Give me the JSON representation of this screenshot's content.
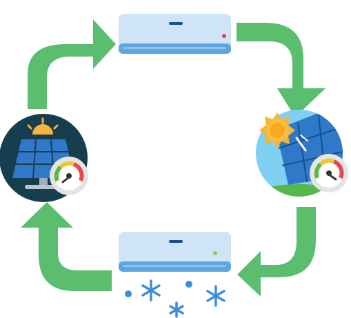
{
  "colors": {
    "arrow": "#5BBE6F",
    "ac_body": "#CFE4F7",
    "ac_stripe": "#5EA6E2",
    "ac_vent": "#1E4F82",
    "indicator_off": "#E83E5C",
    "indicator_on": "#8ACB4A",
    "snow": "#3C8EDB",
    "panel_dark_bg": "#173E4E",
    "panel_sunny_bg": "#7FD0F3",
    "solar_cell": "#2F79C8",
    "sun": "#F6B53A",
    "gauge_ring": "#E4E4E4"
  },
  "nodes": [
    {
      "id": "ac-top",
      "icon": "air-conditioner-icon",
      "indicator": "red"
    },
    {
      "id": "solar-right",
      "icon": "sunny-solar-panel-icon",
      "gauge": "high"
    },
    {
      "id": "ac-bottom",
      "icon": "air-conditioner-cooling-icon",
      "indicator": "green"
    },
    {
      "id": "solar-left",
      "icon": "solar-panel-icon",
      "gauge": "medium"
    }
  ],
  "cycle": [
    "ac-top",
    "solar-right",
    "ac-bottom",
    "solar-left"
  ]
}
